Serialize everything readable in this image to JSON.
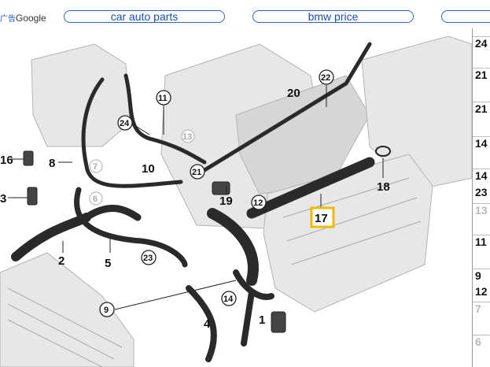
{
  "ads": {
    "label_cn": "广告",
    "label_brand": "Google",
    "pills": [
      "car auto parts",
      "bmw price",
      ""
    ]
  },
  "diagram": {
    "labels": [
      "16",
      "3",
      "8",
      "2",
      "5",
      "10",
      "24",
      "11",
      "19",
      "21",
      "20",
      "22",
      "12",
      "17",
      "18",
      "23",
      "9",
      "4",
      "14",
      "1",
      "7",
      "6",
      "13"
    ],
    "highlight": "17",
    "highlight_color": "#f2b800"
  },
  "parts_table": {
    "rows": [
      {
        "num": "24",
        "dim": false
      },
      {
        "num": "21",
        "dim": false
      },
      {
        "num": "21",
        "dim": false
      },
      {
        "num": "14",
        "dim": false
      },
      {
        "num": "14",
        "dim": false
      },
      {
        "num": "23",
        "dim": false
      },
      {
        "num": "13",
        "dim": true
      },
      {
        "num": "11",
        "dim": false
      },
      {
        "num": "9",
        "dim": false
      },
      {
        "num": "12",
        "dim": false
      },
      {
        "num": "7",
        "dim": true
      },
      {
        "num": "6",
        "dim": true
      }
    ]
  }
}
